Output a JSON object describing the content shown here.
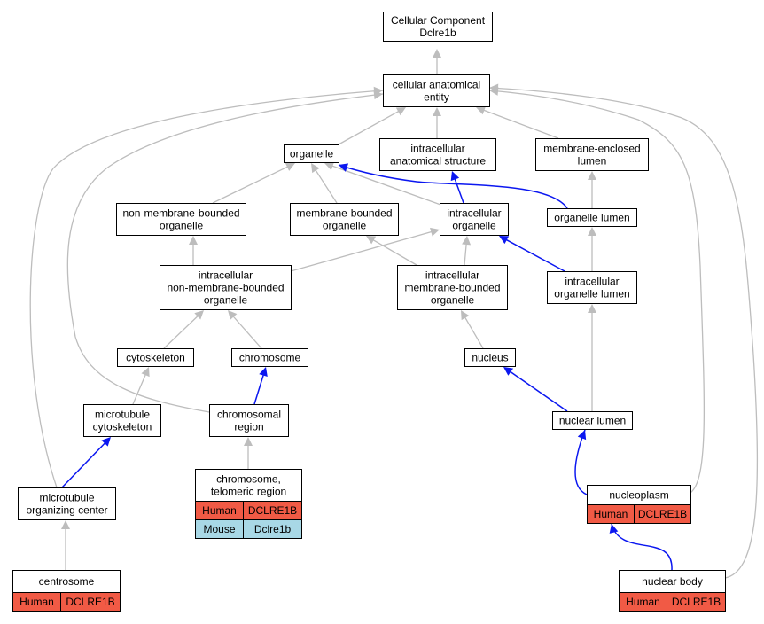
{
  "nodes": {
    "root": [
      "Cellular Component",
      "Dclre1b"
    ],
    "cae": [
      "cellular anatomical",
      "entity"
    ],
    "organelle": [
      "organelle"
    ],
    "ias": [
      "intracellular",
      "anatomical structure"
    ],
    "mel": [
      "membrane-enclosed",
      "lumen"
    ],
    "nmbo": [
      "non-membrane-bounded",
      "organelle"
    ],
    "mbo": [
      "membrane-bounded",
      "organelle"
    ],
    "io": [
      "intracellular",
      "organelle"
    ],
    "ol": [
      "organelle lumen"
    ],
    "inmbo": [
      "intracellular",
      "non-membrane-bounded",
      "organelle"
    ],
    "imbo": [
      "intracellular",
      "membrane-bounded",
      "organelle"
    ],
    "iol": [
      "intracellular",
      "organelle lumen"
    ],
    "cytoskeleton": [
      "cytoskeleton"
    ],
    "chromosome": [
      "chromosome"
    ],
    "nucleus": [
      "nucleus"
    ],
    "mtc": [
      "microtubule",
      "cytoskeleton"
    ],
    "chrreg": [
      "chromosomal",
      "region"
    ],
    "nuclum": [
      "nuclear lumen"
    ],
    "telo": [
      "chromosome,",
      "telomeric region"
    ],
    "nucleoplasm": [
      "nucleoplasm"
    ],
    "mtoc": [
      "microtubule",
      "organizing center"
    ],
    "centrosome": [
      "centrosome"
    ],
    "nucbody": [
      "nuclear body"
    ]
  },
  "annotations": {
    "telo": [
      {
        "species": "Human",
        "gene": "DCLRE1B"
      },
      {
        "species": "Mouse",
        "gene": "Dclre1b"
      }
    ],
    "nucleoplasm": [
      {
        "species": "Human",
        "gene": "DCLRE1B"
      }
    ],
    "centrosome": [
      {
        "species": "Human",
        "gene": "DCLRE1B"
      }
    ],
    "nucbody": [
      {
        "species": "Human",
        "gene": "DCLRE1B"
      }
    ]
  },
  "edges": [
    {
      "from": "cae",
      "to": "root",
      "type": "is_a"
    },
    {
      "from": "organelle",
      "to": "cae",
      "type": "is_a"
    },
    {
      "from": "ias",
      "to": "cae",
      "type": "is_a"
    },
    {
      "from": "mel",
      "to": "cae",
      "type": "is_a"
    },
    {
      "from": "mtoc",
      "to": "cae",
      "type": "is_a"
    },
    {
      "from": "chrreg",
      "to": "cae",
      "type": "is_a"
    },
    {
      "from": "nucleoplasm",
      "to": "cae",
      "type": "is_a"
    },
    {
      "from": "nucbody",
      "to": "cae",
      "type": "is_a"
    },
    {
      "from": "nmbo",
      "to": "organelle",
      "type": "is_a"
    },
    {
      "from": "mbo",
      "to": "organelle",
      "type": "is_a"
    },
    {
      "from": "io",
      "to": "organelle",
      "type": "is_a"
    },
    {
      "from": "ol",
      "to": "organelle",
      "type": "part_of"
    },
    {
      "from": "io",
      "to": "ias",
      "type": "part_of"
    },
    {
      "from": "ol",
      "to": "mel",
      "type": "is_a"
    },
    {
      "from": "inmbo",
      "to": "nmbo",
      "type": "is_a"
    },
    {
      "from": "inmbo",
      "to": "io",
      "type": "is_a"
    },
    {
      "from": "imbo",
      "to": "mbo",
      "type": "is_a"
    },
    {
      "from": "imbo",
      "to": "io",
      "type": "is_a"
    },
    {
      "from": "iol",
      "to": "io",
      "type": "part_of"
    },
    {
      "from": "iol",
      "to": "ol",
      "type": "is_a"
    },
    {
      "from": "cytoskeleton",
      "to": "inmbo",
      "type": "is_a"
    },
    {
      "from": "chromosome",
      "to": "inmbo",
      "type": "is_a"
    },
    {
      "from": "nucleus",
      "to": "imbo",
      "type": "is_a"
    },
    {
      "from": "mtc",
      "to": "cytoskeleton",
      "type": "is_a"
    },
    {
      "from": "chrreg",
      "to": "chromosome",
      "type": "part_of"
    },
    {
      "from": "nuclum",
      "to": "nucleus",
      "type": "part_of"
    },
    {
      "from": "nuclum",
      "to": "iol",
      "type": "is_a"
    },
    {
      "from": "telo",
      "to": "chrreg",
      "type": "is_a"
    },
    {
      "from": "nucleoplasm",
      "to": "nuclum",
      "type": "part_of"
    },
    {
      "from": "mtoc",
      "to": "mtc",
      "type": "part_of"
    },
    {
      "from": "centrosome",
      "to": "mtoc",
      "type": "is_a"
    },
    {
      "from": "nucbody",
      "to": "nucleoplasm",
      "type": "part_of"
    }
  ],
  "colors": {
    "is_a_edge": "#bdbdbd",
    "part_of_edge": "#0b17f0",
    "human_cell": "#f15a45",
    "mouse_cell": "#a8d8e6"
  }
}
